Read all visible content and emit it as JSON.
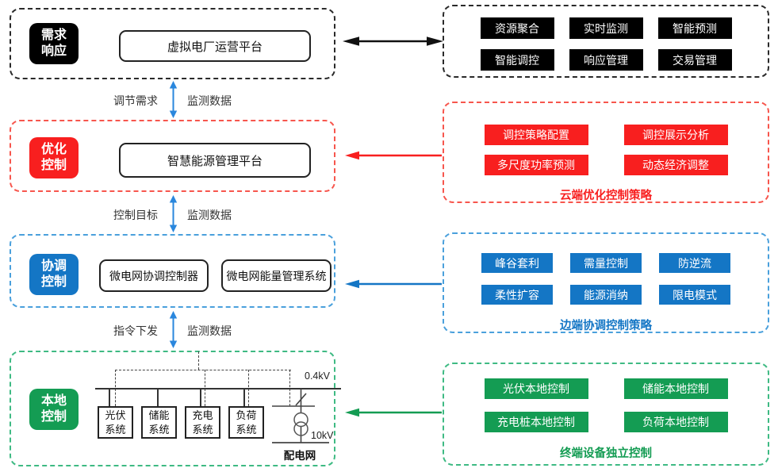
{
  "colors": {
    "tier1_black": "#000000",
    "tier2_red": "#f81f1f",
    "tier3_blue": "#1476c5",
    "tier4_green": "#149c53",
    "flow_arrow_blue": "#2a87dd"
  },
  "layers": [
    {
      "tag": [
        "需求",
        "响应"
      ],
      "platforms": [
        "虚拟电厂运营平台"
      ]
    },
    {
      "tag": [
        "优化",
        "控制"
      ],
      "platforms": [
        "智慧能源管理平台"
      ]
    },
    {
      "tag": [
        "协调",
        "控制"
      ],
      "platforms": [
        "微电网协调控制器",
        "微电网能量管理系统"
      ]
    },
    {
      "tag": [
        "本地",
        "控制"
      ]
    }
  ],
  "flow_labels": [
    {
      "down": "调节需求",
      "up": "监测数据"
    },
    {
      "down": "控制目标",
      "up": "监测数据"
    },
    {
      "down": "指令下发",
      "up": "监测数据"
    }
  ],
  "circuit": {
    "bus_voltage": "0.4kV",
    "transformer_voltage": "10kV",
    "grid_label": "配电网",
    "systems": [
      [
        "光伏",
        "系统"
      ],
      [
        "储能",
        "系统"
      ],
      [
        "充电",
        "系统"
      ],
      [
        "负荷",
        "系统"
      ]
    ]
  },
  "panels": [
    {
      "chips": [
        "资源聚合",
        "实时监测",
        "智能预测",
        "智能调控",
        "响应管理",
        "交易管理"
      ]
    },
    {
      "chips": [
        "调控策略配置",
        "调控展示分析",
        "多尺度功率预测",
        "动态经济调整"
      ],
      "caption": "云端优化控制策略"
    },
    {
      "chips": [
        "峰谷套利",
        "需量控制",
        "防逆流",
        "柔性扩容",
        "能源消纳",
        "限电模式"
      ],
      "caption": "边端协调控制策略"
    },
    {
      "chips": [
        "光伏本地控制",
        "储能本地控制",
        "充电桩本地控制",
        "负荷本地控制"
      ],
      "caption": "终端设备独立控制"
    }
  ]
}
